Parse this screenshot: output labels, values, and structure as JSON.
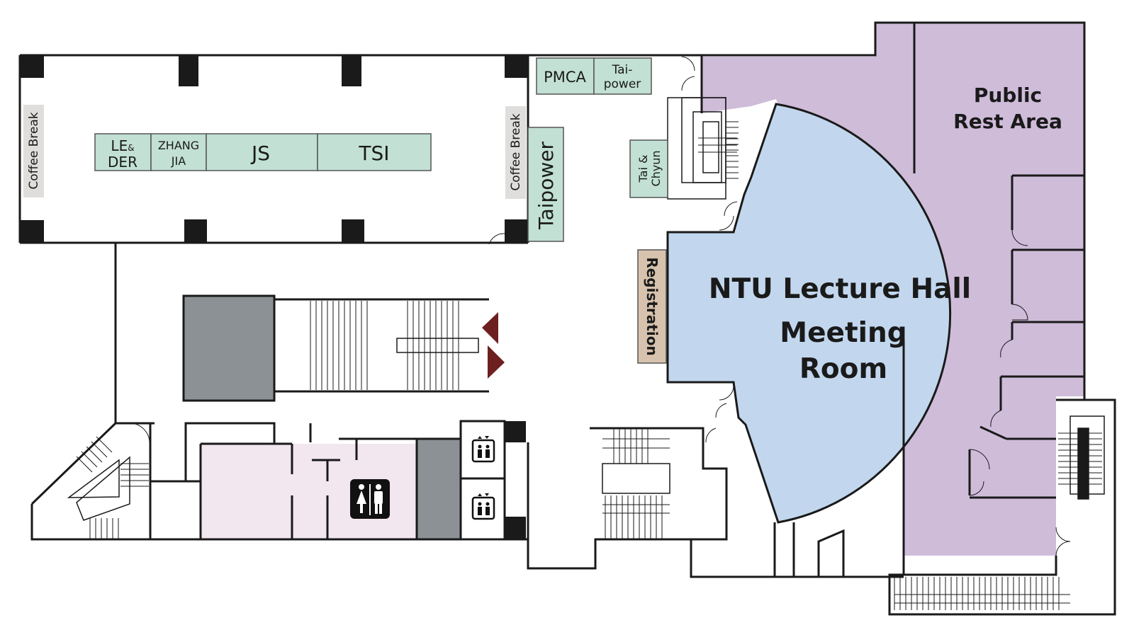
{
  "colors": {
    "booth": "#c2e0d4",
    "lecture_hall": "#c2d7ee",
    "rest_area": "#cfbcd9",
    "restroom": "#f2e6ef",
    "registration": "#d7c3ad",
    "coffee_tag": "#e0dedc",
    "elevator_block": "#8c9196",
    "escalator_arrow": "#6e1f1f"
  },
  "rooms": {
    "lecture_hall_line1": "NTU Lecture Hall",
    "lecture_hall_line2": "Meeting",
    "lecture_hall_line3": "Room",
    "rest_area_line1": "Public",
    "rest_area_line2": "Rest Area"
  },
  "booths": {
    "le_der_line1": "LE",
    "le_der_amp": "&",
    "le_der_line2": "DER",
    "zhang_jia_line1": "ZHANG",
    "zhang_jia_line2": "JIA",
    "js": "JS",
    "tsi": "TSI",
    "pmca": "PMCA",
    "taipower_small_line1": "Tai-",
    "taipower_small_line2": "power",
    "taipower_vertical": "Taipower",
    "tai_chyun_line1": "Tai &",
    "tai_chyun_line2": "Chyun"
  },
  "tags": {
    "coffee_left": "Coffee Break",
    "coffee_right": "Coffee Break",
    "registration": "Registration"
  },
  "icons": {
    "restroom": "restroom-icon",
    "elevator_upper": "elevator-icon",
    "elevator_lower": "elevator-icon",
    "escalator": "escalator-arrow-icon"
  }
}
